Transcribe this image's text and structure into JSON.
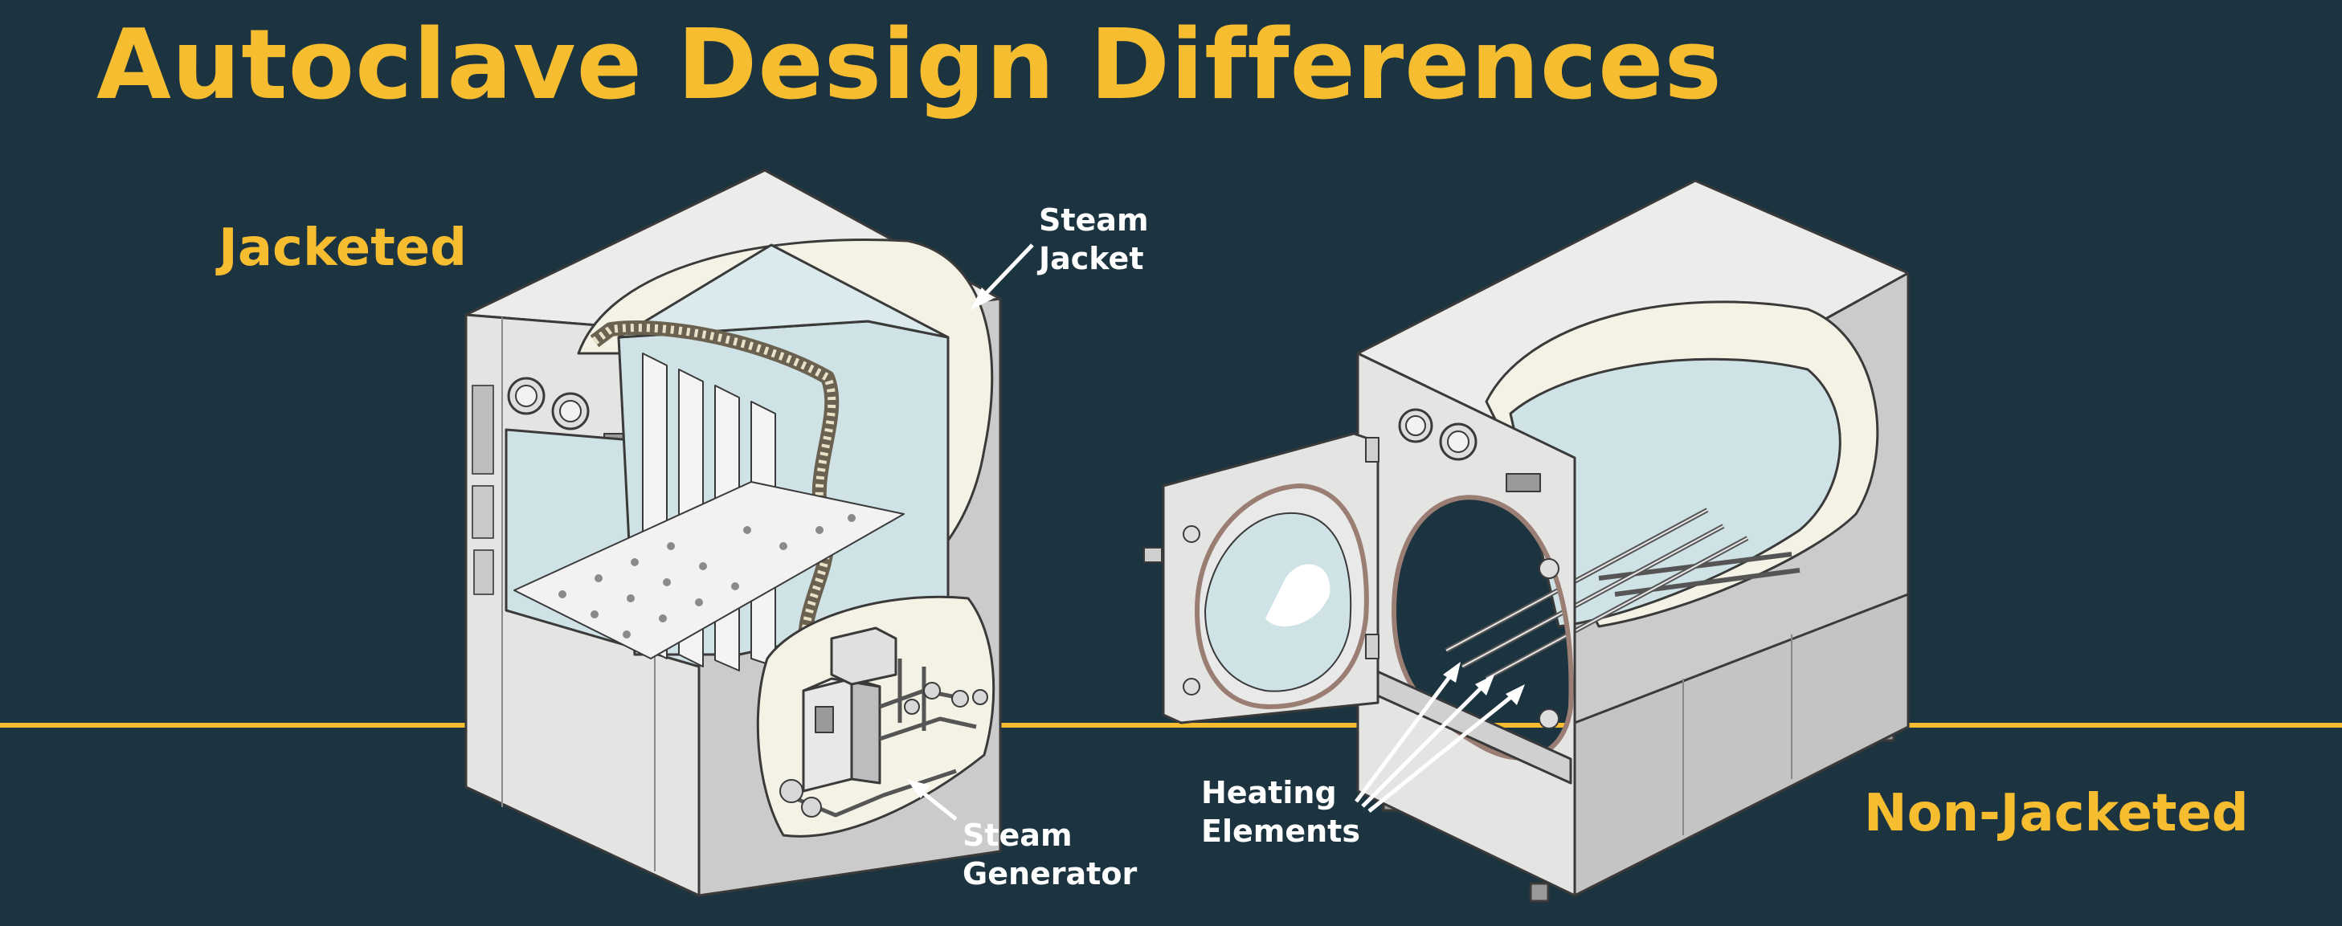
{
  "title": "Autoclave Design Differences",
  "labels": {
    "jacketed": "Jacketed",
    "non_jacketed": "Non-Jacketed"
  },
  "callouts": {
    "steam_jacket": [
      "Steam",
      "Jacket"
    ],
    "steam_generator": [
      "Steam",
      "Generator"
    ],
    "heating_elements": [
      "Heating",
      "Elements"
    ]
  },
  "colors": {
    "background": "#1c3440",
    "accent": "#f5bd2f",
    "callout_text": "#ffffff",
    "cabinet": "#e4e4e2",
    "chamber_glass": "#cfe3e6",
    "jacket_fill": "#f4f2e4"
  }
}
